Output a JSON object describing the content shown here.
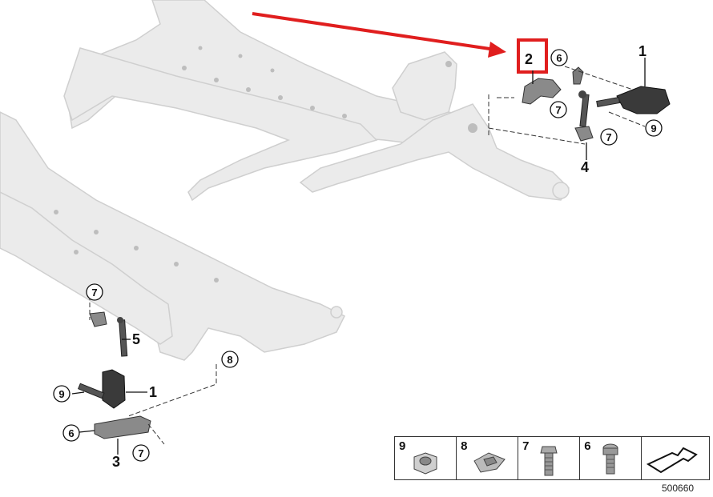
{
  "callouts": {
    "top_1": "1",
    "top_2": "2",
    "top_4": "4",
    "top_6": "6",
    "top_7a": "7",
    "top_7b": "7",
    "top_9": "9",
    "bot_7a": "7",
    "bot_5": "5",
    "bot_8": "8",
    "bot_9": "9",
    "bot_1": "1",
    "bot_6": "6",
    "bot_3": "3",
    "bot_7b": "7"
  },
  "legend": {
    "items": [
      {
        "number": "9",
        "icon": "hex-nut-icon"
      },
      {
        "number": "8",
        "icon": "clip-nut-icon"
      },
      {
        "number": "7",
        "icon": "hex-bolt-icon"
      },
      {
        "number": "6",
        "icon": "torx-screw-icon"
      },
      {
        "number": "",
        "icon": "direction-arrow-icon"
      }
    ]
  },
  "reference_number": "500660",
  "colors": {
    "highlight": "#e01e1e",
    "subframe": "#e9e9e9",
    "subframe_edge": "#c9c9c9",
    "part_dark": "#3a3a3a"
  }
}
